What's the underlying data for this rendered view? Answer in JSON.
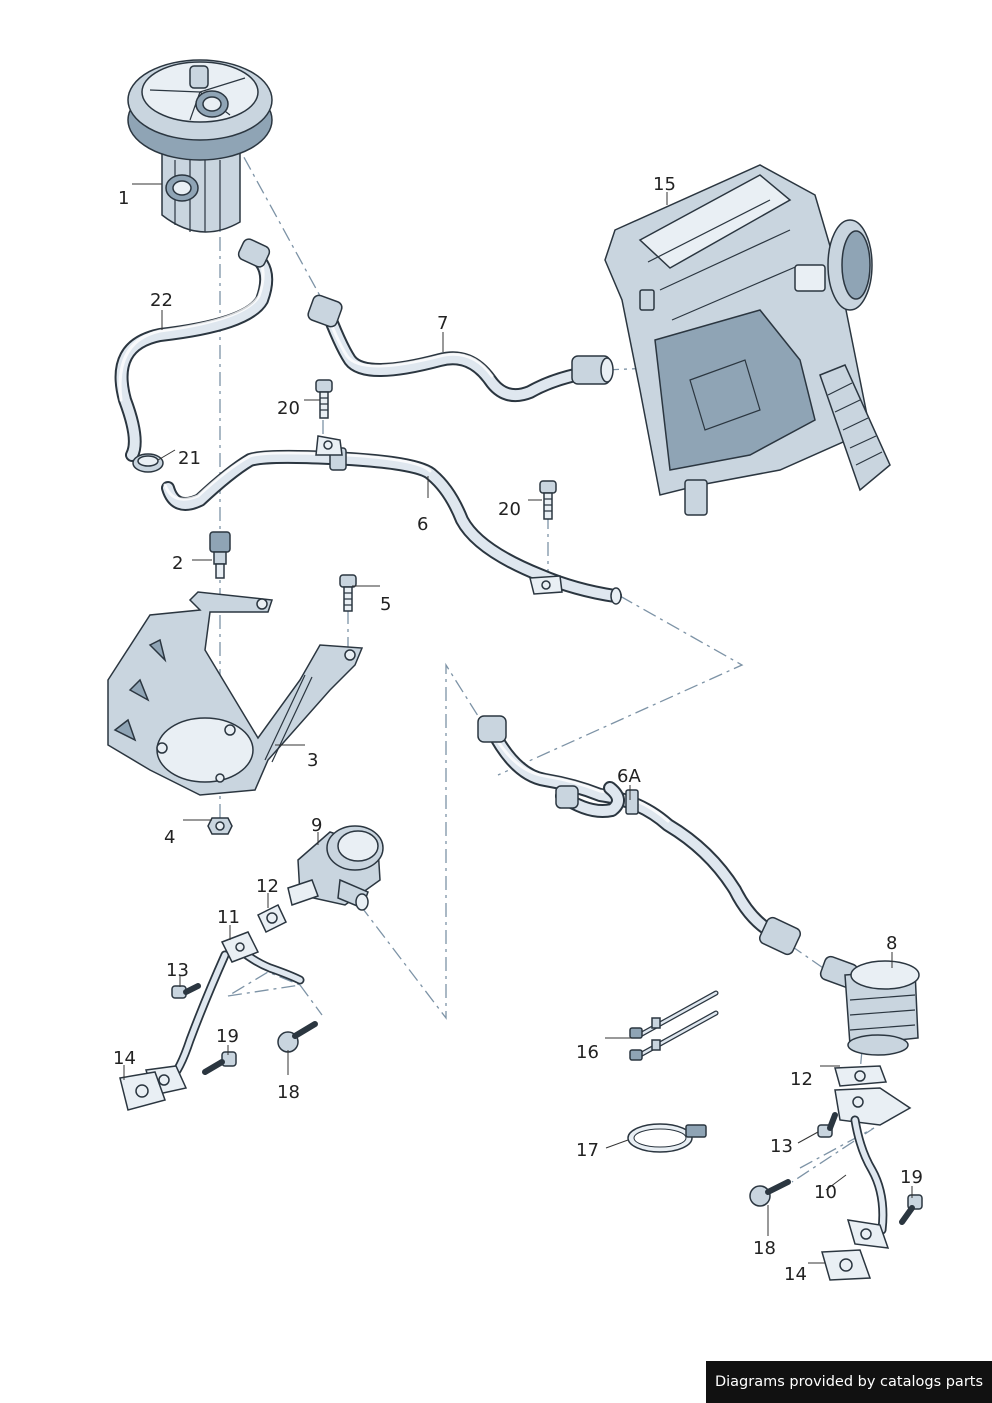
{
  "callouts": {
    "c1": "1",
    "c2": "2",
    "c3": "3",
    "c4": "4",
    "c5": "5",
    "c6": "6",
    "c6a": "6A",
    "c7": "7",
    "c8": "8",
    "c9": "9",
    "c10": "10",
    "c11": "11",
    "c12a": "12",
    "c12b": "12",
    "c13a": "13",
    "c13b": "13",
    "c14a": "14",
    "c14b": "14",
    "c15": "15",
    "c16": "16",
    "c17": "17",
    "c18a": "18",
    "c18b": "18",
    "c19a": "19",
    "c19b": "19",
    "c20a": "20",
    "c20b": "20",
    "c21": "21",
    "c22": "22"
  },
  "footer": {
    "credit": "Diagrams provided by catalogs parts"
  },
  "colors": {
    "line": "#2b3640",
    "fill": "#c9d5df",
    "dark": "#8fa4b5",
    "dash": "#7d93a6",
    "banner": "#111111"
  }
}
